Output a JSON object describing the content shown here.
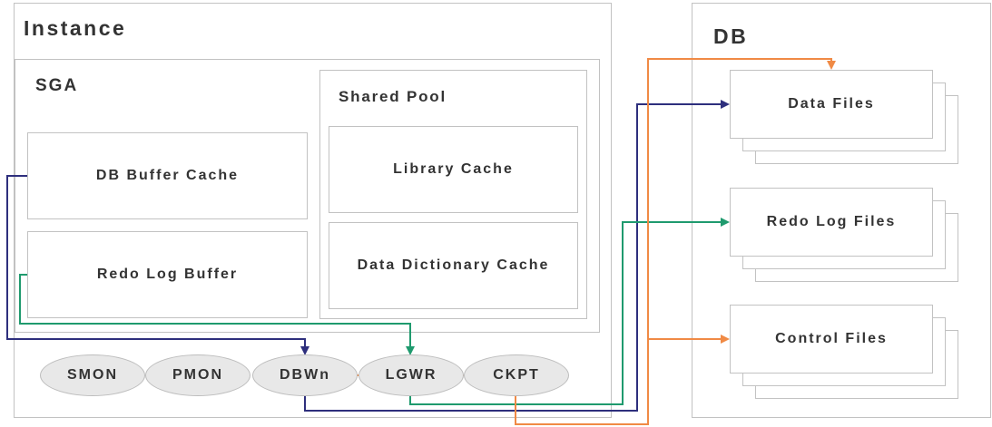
{
  "instance": {
    "title": "Instance"
  },
  "sga": {
    "title": "SGA",
    "db_buffer_cache": "DB Buffer Cache",
    "redo_log_buffer": "Redo Log Buffer"
  },
  "shared_pool": {
    "title": "Shared Pool",
    "library_cache": "Library Cache",
    "data_dictionary_cache": "Data Dictionary Cache"
  },
  "processes": [
    "SMON",
    "PMON",
    "DBWn",
    "LGWR",
    "CKPT"
  ],
  "db": {
    "title": "DB",
    "files": [
      "Data Files",
      "Redo Log Files",
      "Control Files"
    ]
  },
  "colors": {
    "dbwn_flow": "#2e2f7d",
    "lgwr_flow": "#1f9a6e",
    "ckpt_flow": "#f08a45",
    "border": "#c2c2c2",
    "oval_fill": "#e8e8e8"
  }
}
